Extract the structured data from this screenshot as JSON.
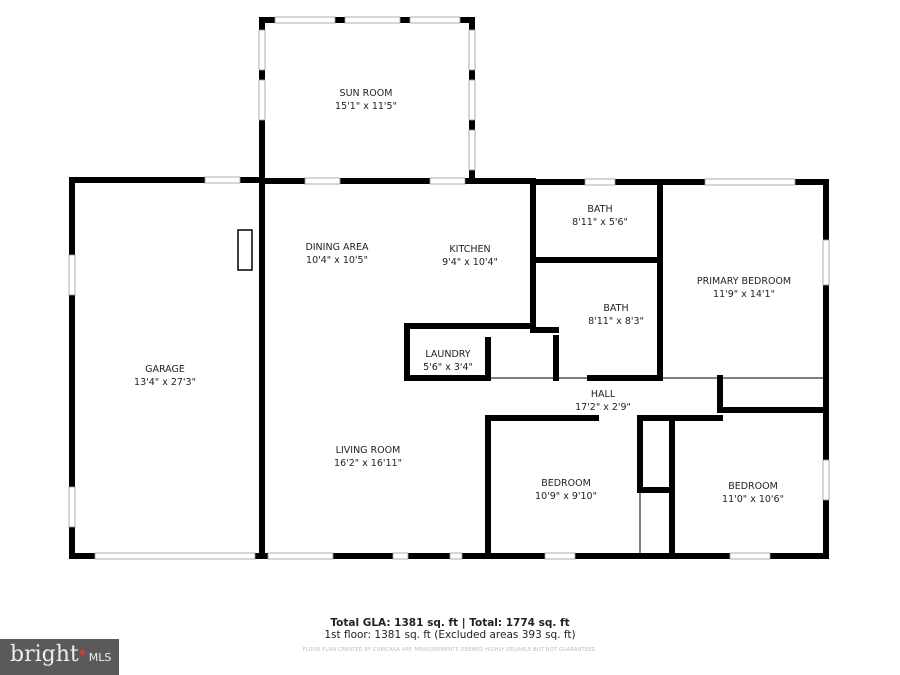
{
  "rooms": [
    {
      "name": "SUN ROOM",
      "dims": "15'1\" x 11'5\""
    },
    {
      "name": "DINING AREA",
      "dims": "10'4\" x 10'5\""
    },
    {
      "name": "KITCHEN",
      "dims": "9'4\" x 10'4\""
    },
    {
      "name": "BATH",
      "dims": "8'11\" x 5'6\""
    },
    {
      "name": "BATH",
      "dims": "8'11\" x 8'3\""
    },
    {
      "name": "PRIMARY BEDROOM",
      "dims": "11'9\" x 14'1\""
    },
    {
      "name": "LAUNDRY",
      "dims": "5'6\" x 3'4\""
    },
    {
      "name": "HALL",
      "dims": "17'2\" x 2'9\""
    },
    {
      "name": "GARAGE",
      "dims": "13'4\" x 27'3\""
    },
    {
      "name": "LIVING ROOM",
      "dims": "16'2\" x 16'11\""
    },
    {
      "name": "BEDROOM",
      "dims": "10'9\" x 9'10\""
    },
    {
      "name": "BEDROOM",
      "dims": "11'0\" x 10'6\""
    }
  ],
  "totals": {
    "summary": "Total GLA: 1381 sq. ft | Total: 1774 sq. ft",
    "floor": "1st floor: 1381 sq. ft (Excluded areas 393 sq. ft)",
    "disclaimer": "FLOOR PLAN CREATED BY CUBICASA APP. MEASUREMENTS DEEMED HIGHLY RELIABLE BUT NOT GUARANTEED."
  },
  "logo": {
    "brand": "bright",
    "suffix": "MLS",
    "accent": "#e2372b"
  },
  "colors": {
    "wall": "#000000",
    "window": "#ffffff"
  }
}
